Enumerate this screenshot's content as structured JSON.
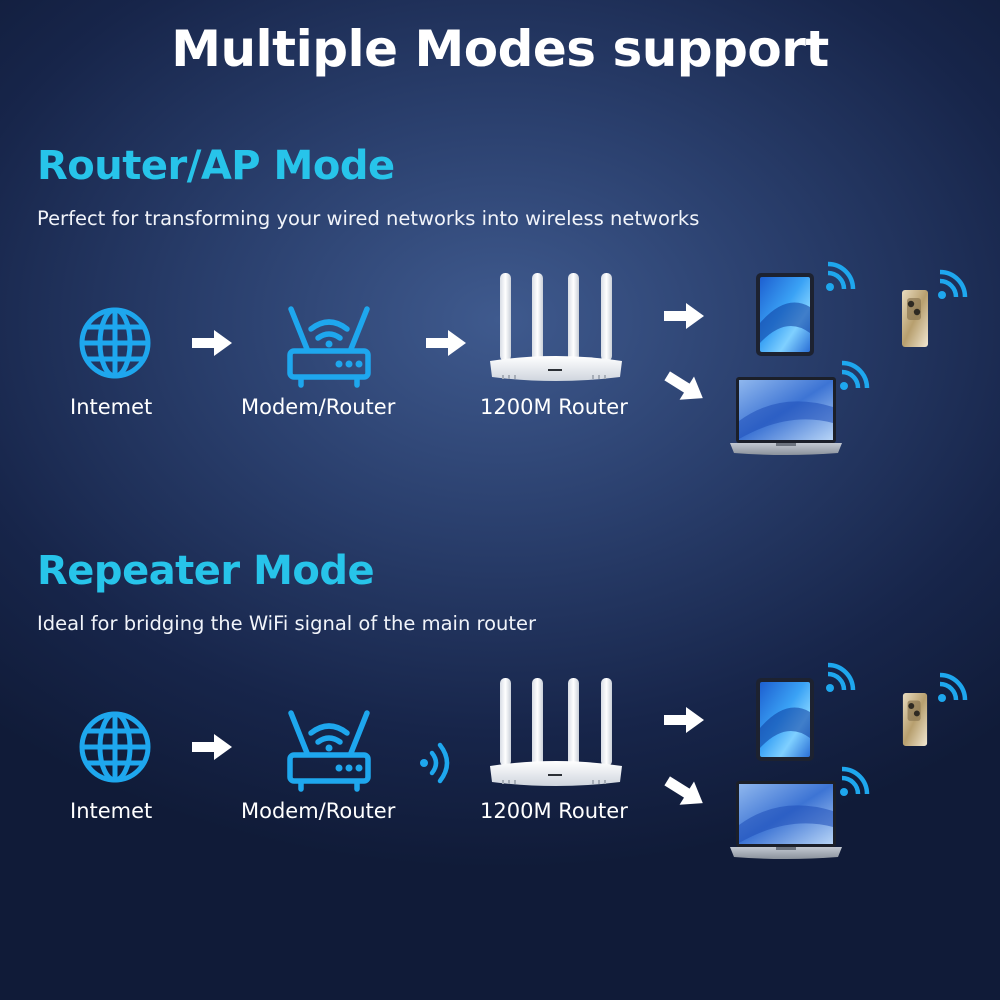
{
  "title": "Multiple Modes support",
  "colors": {
    "accent": "#27c4ea",
    "icon": "#1ea7ee",
    "arrow": "#ffffff"
  },
  "sections": [
    {
      "title": "Router/AP Mode",
      "description": "Perfect for transforming your wired networks into wireless networks",
      "nodes": [
        {
          "label": "Intemet",
          "icon": "globe-icon"
        },
        {
          "label": "Modem/Router",
          "icon": "modem-router-icon"
        },
        {
          "label": "1200M Router",
          "icon": "router-image"
        }
      ],
      "devices": [
        "tablet",
        "phone",
        "laptop"
      ]
    },
    {
      "title": "Repeater Mode",
      "description": "Ideal for bridging the WiFi signal of the main router",
      "nodes": [
        {
          "label": "Intemet",
          "icon": "globe-icon"
        },
        {
          "label": "Modem/Router",
          "icon": "modem-router-icon"
        },
        {
          "label": "1200M Router",
          "icon": "router-image"
        }
      ],
      "devices": [
        "tablet",
        "phone",
        "laptop"
      ]
    }
  ]
}
